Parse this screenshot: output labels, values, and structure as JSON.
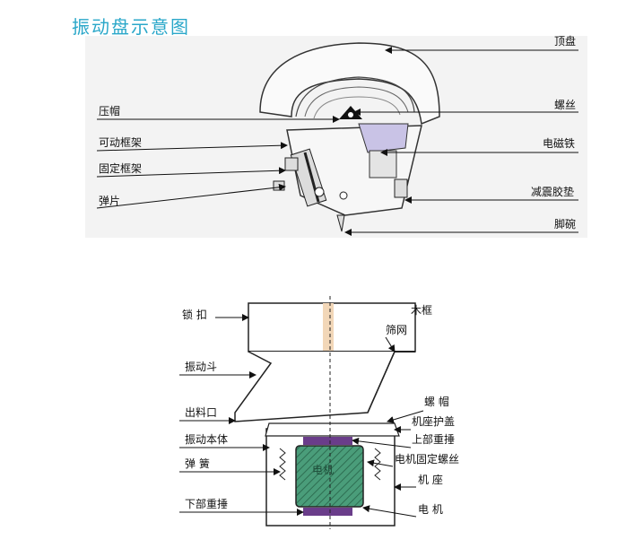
{
  "title": "振动盘示意图",
  "upper_labels_left": [
    "压帽",
    "可动框架",
    "固定框架",
    "弹片"
  ],
  "upper_labels_right": [
    "顶盘",
    "螺丝",
    "电磁铁",
    "减震胶垫",
    "脚碗"
  ],
  "lower_labels_left": [
    "锁 扣",
    "振动斗",
    "出料口",
    "振动本体",
    "弹 簧",
    "下部重捶"
  ],
  "lower_labels_right": [
    "木框",
    "筛网",
    "螺 帽",
    "机座护盖",
    "上部重捶",
    "电机固定螺丝",
    "机 座",
    "电 机"
  ],
  "motor_label": "电机",
  "colors": {
    "title": "#2aa7c9",
    "motor_fill": "#4a9d7a",
    "weight_fill": "#6a3d8a"
  }
}
